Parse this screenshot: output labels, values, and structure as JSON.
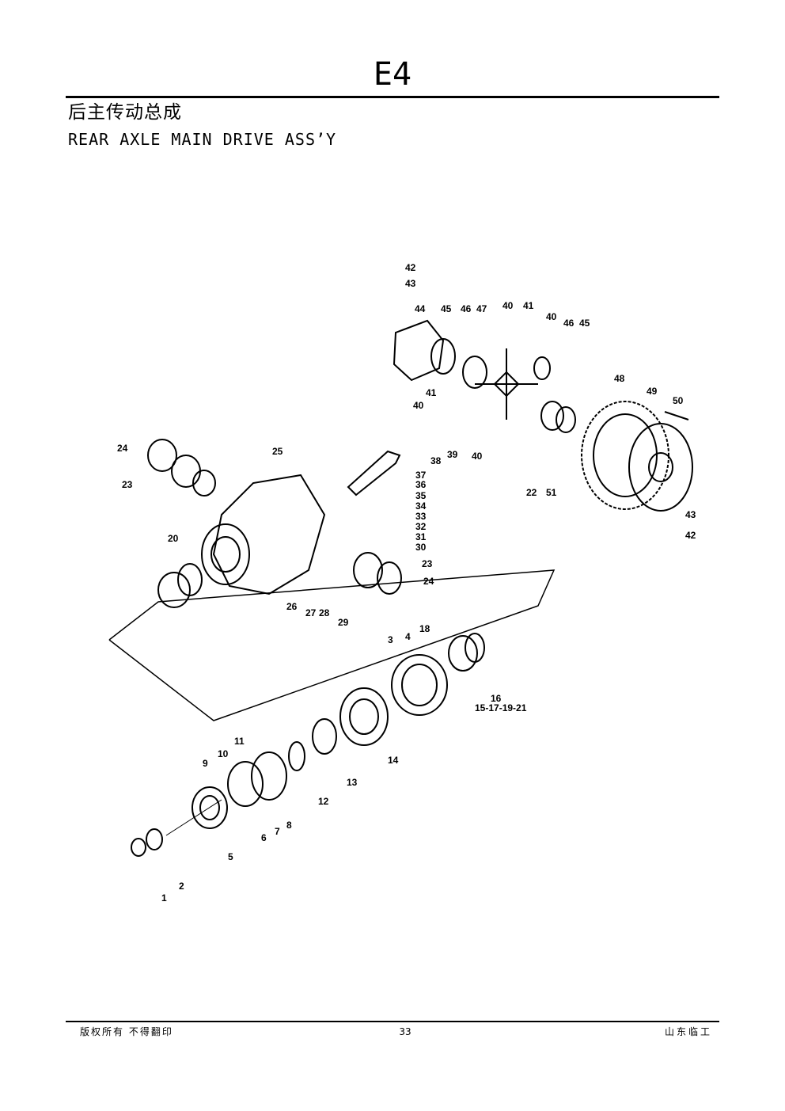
{
  "header": {
    "code": "E4",
    "title_cn": "后主传动总成",
    "title_en": "REAR AXLE MAIN DRIVE ASS’Y"
  },
  "diagram": {
    "callouts": [
      "42",
      "43",
      "44",
      "45",
      "46",
      "47",
      "40",
      "41",
      "40",
      "46",
      "45",
      "48",
      "49",
      "50",
      "41",
      "40",
      "38",
      "39",
      "40",
      "22",
      "51",
      "43",
      "42",
      "24",
      "23",
      "25",
      "37",
      "36",
      "35",
      "34",
      "33",
      "32",
      "31",
      "30",
      "23",
      "24",
      "20",
      "26",
      "27",
      "28",
      "29",
      "3",
      "4",
      "18",
      "16",
      "15-17-19-21",
      "14",
      "11",
      "9",
      "10",
      "13",
      "12",
      "8",
      "7",
      "6",
      "5",
      "1",
      "2"
    ]
  },
  "footer": {
    "left": "版权所有  不得翻印",
    "page": "33",
    "right": "山东临工"
  }
}
